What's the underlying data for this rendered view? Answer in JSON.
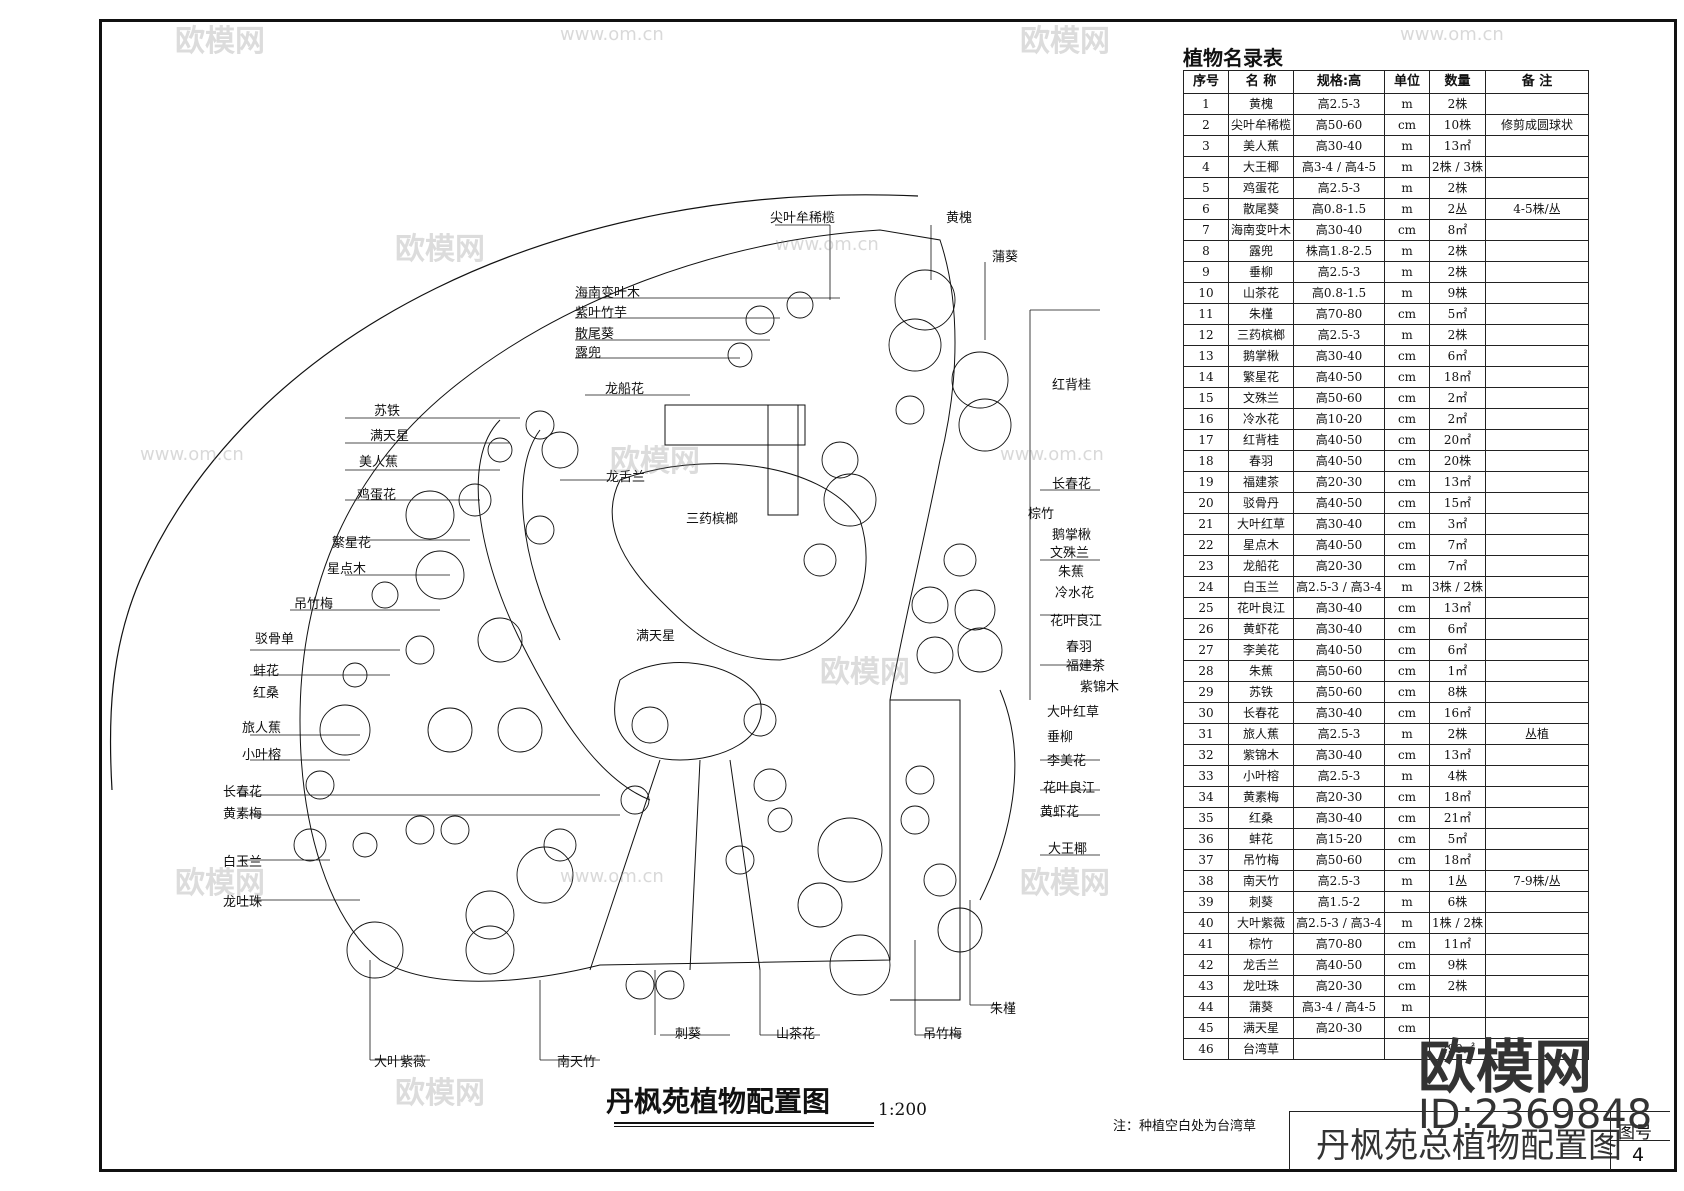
{
  "drawing": {
    "title": "丹枫苑植物配置图",
    "scale": "1:200",
    "note": "注：种植空白处为台湾草"
  },
  "plant_table": {
    "title": "植物名录表",
    "headers": [
      "序号",
      "名 称",
      "规格:高",
      "单位",
      "数量",
      "备 注"
    ],
    "rows": [
      [
        "1",
        "黄槐",
        "高2.5-3",
        "m",
        "2株",
        ""
      ],
      [
        "2",
        "尖叶牟稀榄",
        "高50-60",
        "cm",
        "10株",
        "修剪成圆球状"
      ],
      [
        "3",
        "美人蕉",
        "高30-40",
        "m",
        "13㎡",
        ""
      ],
      [
        "4",
        "大王椰",
        "高3-4 / 高4-5",
        "m",
        "2株 / 3株",
        ""
      ],
      [
        "5",
        "鸡蛋花",
        "高2.5-3",
        "m",
        "2株",
        ""
      ],
      [
        "6",
        "散尾葵",
        "高0.8-1.5",
        "m",
        "2丛",
        "4-5株/丛"
      ],
      [
        "7",
        "海南变叶木",
        "高30-40",
        "cm",
        "8㎡",
        ""
      ],
      [
        "8",
        "露兜",
        "株高1.8-2.5",
        "m",
        "2株",
        ""
      ],
      [
        "9",
        "垂柳",
        "高2.5-3",
        "m",
        "2株",
        ""
      ],
      [
        "10",
        "山茶花",
        "高0.8-1.5",
        "m",
        "9株",
        ""
      ],
      [
        "11",
        "朱槿",
        "高70-80",
        "cm",
        "5㎡",
        ""
      ],
      [
        "12",
        "三药槟榔",
        "高2.5-3",
        "m",
        "2株",
        ""
      ],
      [
        "13",
        "鹅掌楸",
        "高30-40",
        "cm",
        "6㎡",
        ""
      ],
      [
        "14",
        "繁星花",
        "高40-50",
        "cm",
        "18㎡",
        ""
      ],
      [
        "15",
        "文殊兰",
        "高50-60",
        "cm",
        "2㎡",
        ""
      ],
      [
        "16",
        "冷水花",
        "高10-20",
        "cm",
        "2㎡",
        ""
      ],
      [
        "17",
        "红背桂",
        "高40-50",
        "cm",
        "20㎡",
        ""
      ],
      [
        "18",
        "春羽",
        "高40-50",
        "cm",
        "20株",
        ""
      ],
      [
        "19",
        "福建茶",
        "高20-30",
        "cm",
        "13㎡",
        ""
      ],
      [
        "20",
        "驳骨丹",
        "高40-50",
        "cm",
        "15㎡",
        ""
      ],
      [
        "21",
        "大叶红草",
        "高30-40",
        "cm",
        "3㎡",
        ""
      ],
      [
        "22",
        "星点木",
        "高40-50",
        "cm",
        "7㎡",
        ""
      ],
      [
        "23",
        "龙船花",
        "高20-30",
        "cm",
        "7㎡",
        ""
      ],
      [
        "24",
        "白玉兰",
        "高2.5-3 / 高3-4",
        "m",
        "3株 / 2株",
        ""
      ],
      [
        "25",
        "花叶良江",
        "高30-40",
        "cm",
        "13㎡",
        ""
      ],
      [
        "26",
        "黄虾花",
        "高30-40",
        "cm",
        "6㎡",
        ""
      ],
      [
        "27",
        "李美花",
        "高40-50",
        "cm",
        "6㎡",
        ""
      ],
      [
        "28",
        "朱蕉",
        "高50-60",
        "cm",
        "1㎡",
        ""
      ],
      [
        "29",
        "苏铁",
        "高50-60",
        "cm",
        "8株",
        ""
      ],
      [
        "30",
        "长春花",
        "高30-40",
        "cm",
        "16㎡",
        ""
      ],
      [
        "31",
        "旅人蕉",
        "高2.5-3",
        "m",
        "2株",
        "丛植"
      ],
      [
        "32",
        "紫锦木",
        "高30-40",
        "cm",
        "13㎡",
        ""
      ],
      [
        "33",
        "小叶榕",
        "高2.5-3",
        "m",
        "4株",
        ""
      ],
      [
        "34",
        "黄素梅",
        "高20-30",
        "cm",
        "18㎡",
        ""
      ],
      [
        "35",
        "红桑",
        "高30-40",
        "cm",
        "21㎡",
        ""
      ],
      [
        "36",
        "蚌花",
        "高15-20",
        "cm",
        "5㎡",
        ""
      ],
      [
        "37",
        "吊竹梅",
        "高50-60",
        "cm",
        "18㎡",
        ""
      ],
      [
        "38",
        "南天竹",
        "高2.5-3",
        "m",
        "1丛",
        "7-9株/丛"
      ],
      [
        "39",
        "刺葵",
        "高1.5-2",
        "m",
        "6株",
        ""
      ],
      [
        "40",
        "大叶紫薇",
        "高2.5-3 / 高3-4",
        "m",
        "1株 / 2株",
        ""
      ],
      [
        "41",
        "棕竹",
        "高70-80",
        "cm",
        "11㎡",
        ""
      ],
      [
        "42",
        "龙舌兰",
        "高40-50",
        "cm",
        "9株",
        ""
      ],
      [
        "43",
        "龙吐珠",
        "高20-30",
        "cm",
        "2株",
        ""
      ],
      [
        "44",
        "蒲葵",
        "高3-4 / 高4-5",
        "m",
        "",
        ""
      ],
      [
        "45",
        "满天星",
        "高20-30",
        "cm",
        "",
        ""
      ],
      [
        "46",
        "台湾草",
        "",
        "",
        "290㎡",
        ""
      ]
    ]
  },
  "labels": [
    {
      "id": "l1",
      "text": "尖叶牟稀榄"
    },
    {
      "id": "l2",
      "text": "黄槐"
    },
    {
      "id": "l3",
      "text": "蒲葵"
    },
    {
      "id": "l4",
      "text": "海南变叶木"
    },
    {
      "id": "l5",
      "text": "紫叶竹芋"
    },
    {
      "id": "l6",
      "text": "散尾葵"
    },
    {
      "id": "l7",
      "text": "露兜"
    },
    {
      "id": "l8",
      "text": "龙船花"
    },
    {
      "id": "l9",
      "text": "红背桂"
    },
    {
      "id": "l10",
      "text": "苏铁"
    },
    {
      "id": "l11",
      "text": "满天星"
    },
    {
      "id": "l12",
      "text": "美人蕉"
    },
    {
      "id": "l13",
      "text": "龙舌兰"
    },
    {
      "id": "l14",
      "text": "长春花"
    },
    {
      "id": "l15",
      "text": "鸡蛋花"
    },
    {
      "id": "l16",
      "text": "三药槟榔"
    },
    {
      "id": "l17",
      "text": "棕竹"
    },
    {
      "id": "l18",
      "text": "鹅掌楸"
    },
    {
      "id": "l19",
      "text": "繁星花"
    },
    {
      "id": "l20",
      "text": "文殊兰"
    },
    {
      "id": "l21",
      "text": "星点木"
    },
    {
      "id": "l22",
      "text": "朱蕉"
    },
    {
      "id": "l23",
      "text": "冷水花"
    },
    {
      "id": "l24",
      "text": "吊竹梅"
    },
    {
      "id": "l25",
      "text": "花叶良江"
    },
    {
      "id": "l26",
      "text": "驳骨单"
    },
    {
      "id": "l27",
      "text": "春羽"
    },
    {
      "id": "l28",
      "text": "福建茶"
    },
    {
      "id": "l29",
      "text": "蚌花"
    },
    {
      "id": "l30",
      "text": "紫锦木"
    },
    {
      "id": "l31",
      "text": "红桑"
    },
    {
      "id": "l32",
      "text": "满天星"
    },
    {
      "id": "l33",
      "text": "大叶红草"
    },
    {
      "id": "l34",
      "text": "旅人蕉"
    },
    {
      "id": "l35",
      "text": "垂柳"
    },
    {
      "id": "l36",
      "text": "小叶榕"
    },
    {
      "id": "l37",
      "text": "李美花"
    },
    {
      "id": "l38",
      "text": "长春花"
    },
    {
      "id": "l39",
      "text": "花叶良江"
    },
    {
      "id": "l40",
      "text": "黄素梅"
    },
    {
      "id": "l41",
      "text": "黄虾花"
    },
    {
      "id": "l42",
      "text": "大王椰"
    },
    {
      "id": "l43",
      "text": "白玉兰"
    },
    {
      "id": "l44",
      "text": "龙吐珠"
    },
    {
      "id": "l45",
      "text": "朱槿"
    },
    {
      "id": "l46",
      "text": "刺葵"
    },
    {
      "id": "l47",
      "text": "山茶花"
    },
    {
      "id": "l48",
      "text": "吊竹梅"
    },
    {
      "id": "l49",
      "text": "大叶紫薇"
    },
    {
      "id": "l50",
      "text": "南天竹"
    }
  ],
  "title_block": {
    "title": "丹枫苑总植物配置图",
    "sheet_label": "图号",
    "sheet_number": "4"
  },
  "watermark": {
    "logo": "欧模网",
    "id": "ID:2369848",
    "brand": "欧模网",
    "url": "www.om.cn"
  }
}
